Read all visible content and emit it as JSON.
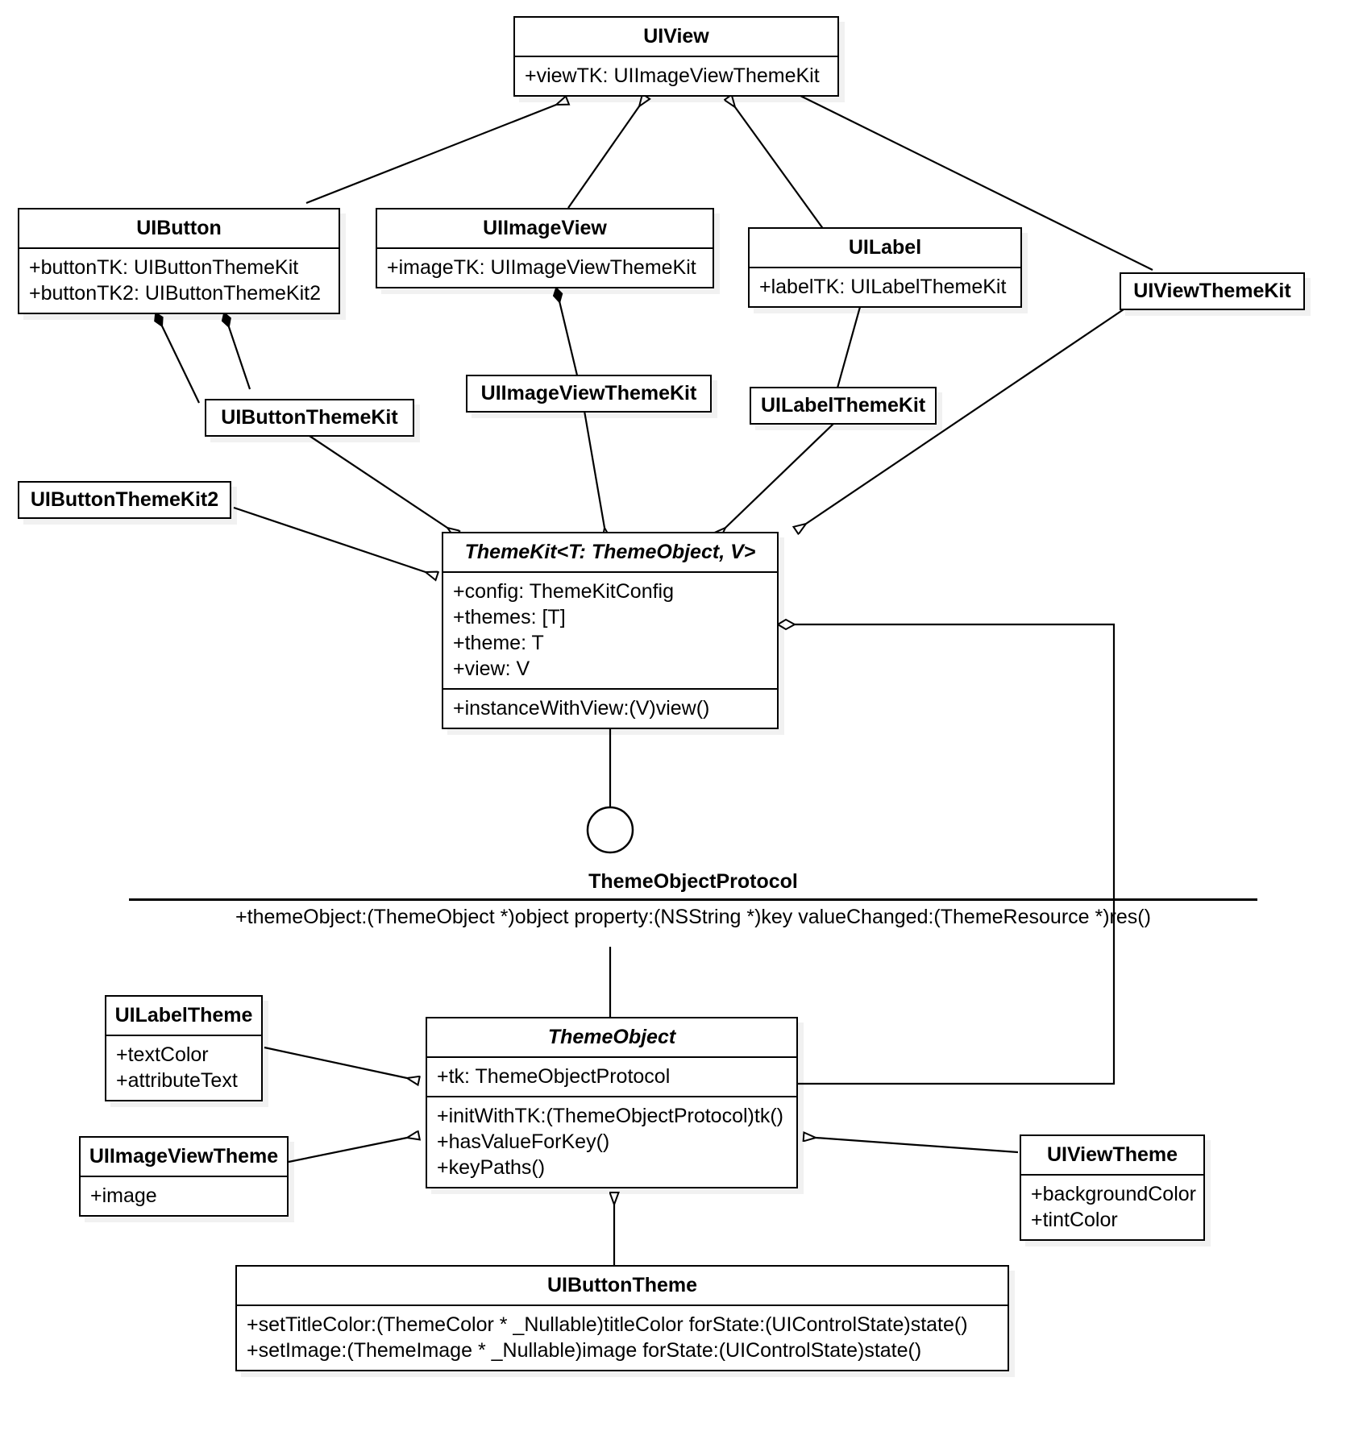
{
  "diagram": {
    "type": "uml-class-diagram",
    "title": "ThemeKit UML class diagram"
  },
  "classes": {
    "uiview": {
      "name": "UIView",
      "attributes": [
        "+viewTK: UIImageViewThemeKit"
      ]
    },
    "uibutton": {
      "name": "UIButton",
      "attributes": [
        "+buttonTK: UIButtonThemeKit",
        "+buttonTK2: UIButtonThemeKit2"
      ]
    },
    "uiimageview": {
      "name": "UIImageView",
      "attributes": [
        "+imageTK: UIImageViewThemeKit"
      ]
    },
    "uilabel": {
      "name": "UILabel",
      "attributes": [
        "+labelTK: UILabelThemeKit"
      ]
    },
    "uiviewthemekit": {
      "name": "UIViewThemeKit"
    },
    "uibuttonthemekit": {
      "name": "UIButtonThemeKit"
    },
    "uibuttonthemekit2": {
      "name": "UIButtonThemeKit2"
    },
    "uiimageviewthemekit": {
      "name": "UIImageViewThemeKit"
    },
    "uilabelthemekit": {
      "name": "UILabelThemeKit"
    },
    "themekit": {
      "name": "ThemeKit<T: ThemeObject, V>",
      "attributes": [
        "+config: ThemeKitConfig",
        "+themes: [T]",
        "+theme: T",
        "+view: V"
      ],
      "methods": [
        "+instanceWithView:(V)view()"
      ]
    },
    "themeobject": {
      "name": "ThemeObject",
      "attributes": [
        "+tk: ThemeObjectProtocol"
      ],
      "methods": [
        "+initWithTK:(ThemeObjectProtocol)tk()",
        "+hasValueForKey()",
        "+keyPaths()"
      ]
    },
    "uilabeltheme": {
      "name": "UILabelTheme",
      "attributes": [
        "+textColor",
        "+attributeText"
      ]
    },
    "uiimageviewtheme": {
      "name": "UIImageViewTheme",
      "attributes": [
        "+image"
      ]
    },
    "uiviewtheme": {
      "name": "UIViewTheme",
      "attributes": [
        "+backgroundColor",
        "+tintColor"
      ]
    },
    "uibuttontheme": {
      "name": "UIButtonTheme",
      "methods": [
        "+setTitleColor:(ThemeColor *  _Nullable)titleColor forState:(UIControlState)state()",
        "+setImage:(ThemeImage * _Nullable)image forState:(UIControlState)state()"
      ]
    }
  },
  "interfaces": {
    "themeobjectprotocol": {
      "name": "ThemeObjectProtocol",
      "signature": "+themeObject:(ThemeObject *)object property:(NSString *)key valueChanged:(ThemeResource *)res()"
    }
  },
  "style": {
    "stroke": "#000000",
    "fill": "#ffffff",
    "shadow": "#f0f0f0"
  }
}
